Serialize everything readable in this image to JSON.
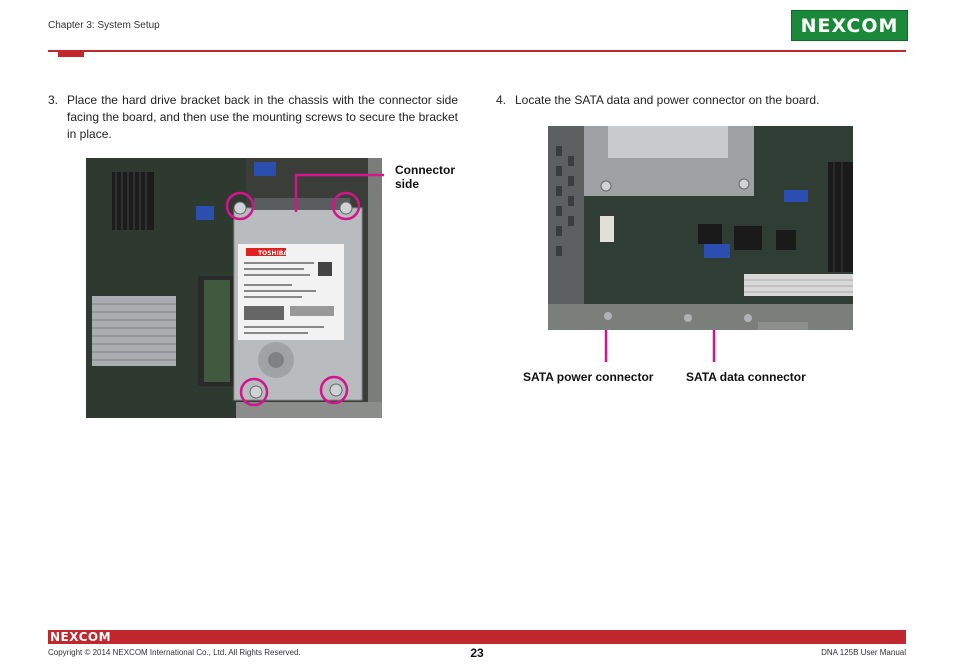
{
  "header": {
    "chapter": "Chapter 3: System Setup",
    "logo_text": "NEXCOM",
    "accent_color": "#c0282e",
    "logo_color": "#1a8a3a"
  },
  "steps": [
    {
      "number": "3.",
      "text": "Place the hard drive bracket back in the chassis with the connector side facing the board, and then use the mounting screws to secure the bracket in place."
    },
    {
      "number": "4.",
      "text": "Locate the SATA data and power connector on the board."
    }
  ],
  "figure1": {
    "callout": [
      "Connector",
      "side"
    ],
    "drive_label": "TOSHIBA"
  },
  "figure2": {
    "callouts": [
      "SATA power connector",
      "SATA data connector"
    ]
  },
  "footer": {
    "logo_text": "NEXCOM",
    "copyright": "Copyright © 2014 NEXCOM International Co., Ltd. All Rights Reserved.",
    "page_number": "23",
    "manual_title": "DNA 125B User Manual"
  }
}
